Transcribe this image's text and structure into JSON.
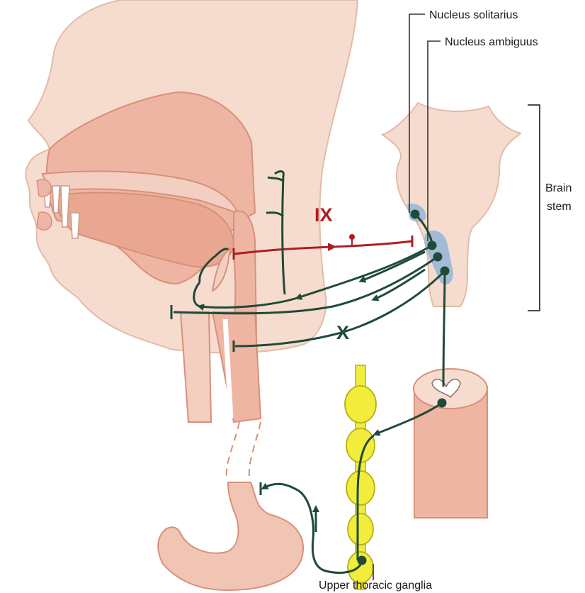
{
  "labels": {
    "nucleus_solitarius": "Nucleus solitarius",
    "nucleus_ambiguus": "Nucleus ambiguus",
    "brain_stem_line1": "Brain",
    "brain_stem_line2": "stem",
    "nerve_ix": "IX",
    "nerve_x": "X",
    "upper_thoracic_ganglia": "Upper thoracic ganglia"
  },
  "colors": {
    "skin": "#f6dccf",
    "skin_edge": "#e3bba8",
    "tissue": "#e9a792",
    "tissue_dark": "#d98f7a",
    "nerve_ix": "#b01c22",
    "nerve_x": "#1f4b38",
    "nucleus_highlight": "#93b6d6",
    "ganglia": "#f2ec3c",
    "ganglia_edge": "#b9ae12"
  }
}
